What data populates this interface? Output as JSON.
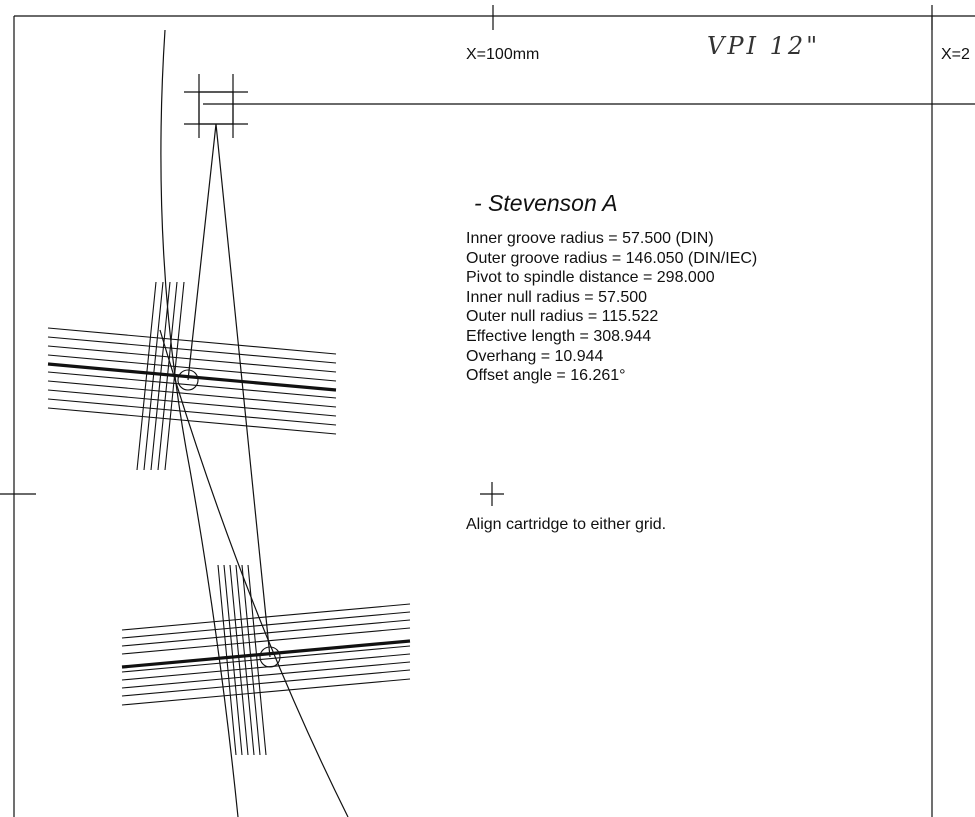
{
  "header": {
    "x_label_1": "X=100mm",
    "x_label_2": "X=2",
    "handwritten_note": "VPI 12\""
  },
  "title": "- Stevenson A",
  "parameters": [
    "Inner groove radius = 57.500 (DIN)",
    "Outer groove radius = 146.050 (DIN/IEC)",
    "Pivot to spindle distance = 298.000",
    "Inner null radius = 57.500",
    "Outer null radius = 115.522",
    "Effective length = 308.944",
    "Overhang = 10.944",
    "Offset angle = 16.261°"
  ],
  "instruction": "Align cartridge to either grid.",
  "colors": {
    "ink": "#111111",
    "paper": "#ffffff"
  }
}
